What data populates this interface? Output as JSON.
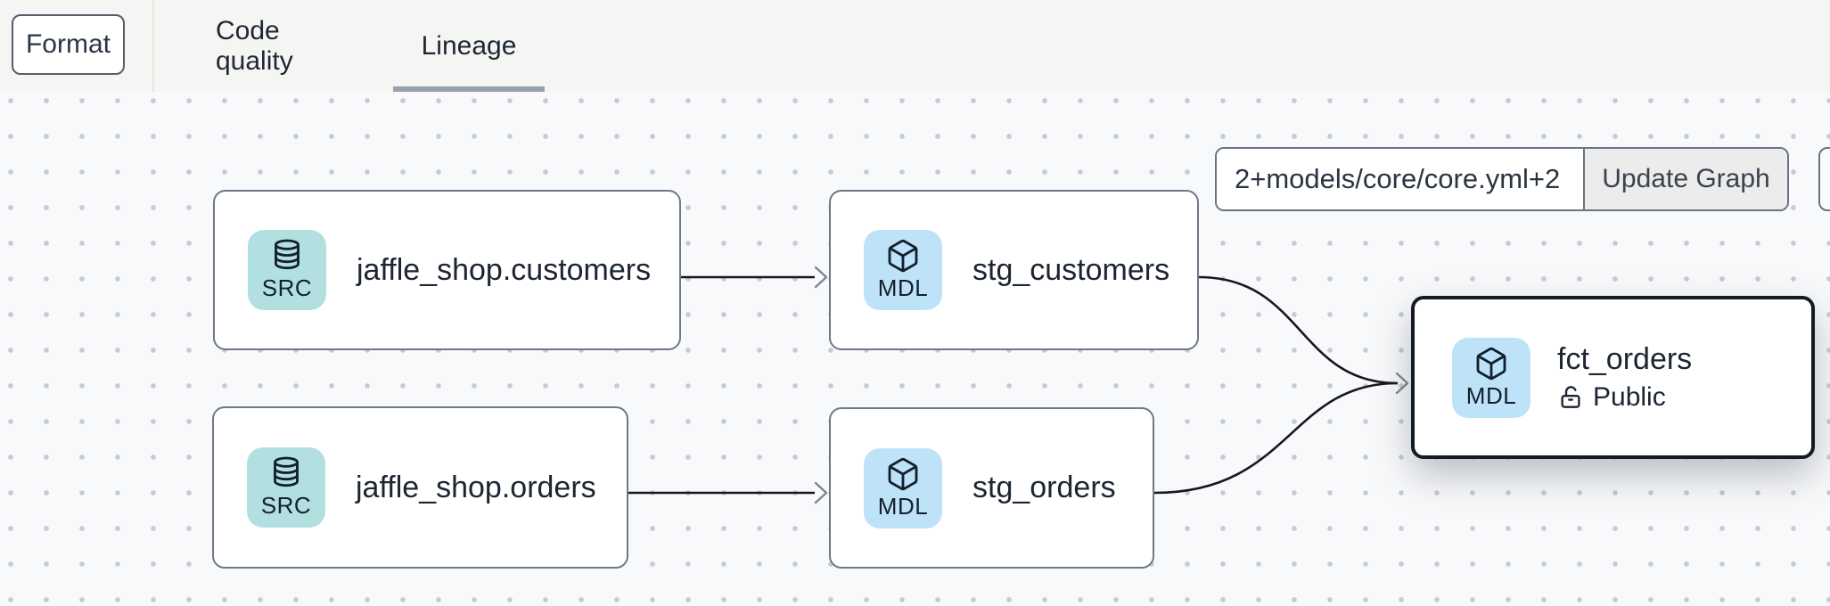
{
  "toolbar": {
    "format_label": "Format",
    "tabs": [
      {
        "label": "Code quality",
        "active": false
      },
      {
        "label": "Lineage",
        "active": true
      }
    ]
  },
  "graph_controls": {
    "selector_value": "2+models/core/core.yml+2",
    "update_button_label": "Update Graph"
  },
  "nodes": [
    {
      "id": "source.jaffle_shop.customers",
      "badge": "SRC",
      "badge_icon": "database-icon",
      "label": "jaffle_shop.customers",
      "type": "source"
    },
    {
      "id": "model.stg_customers",
      "badge": "MDL",
      "badge_icon": "cube-icon",
      "label": "stg_customers",
      "type": "model"
    },
    {
      "id": "source.jaffle_shop.orders",
      "badge": "SRC",
      "badge_icon": "database-icon",
      "label": "jaffle_shop.orders",
      "type": "source"
    },
    {
      "id": "model.stg_orders",
      "badge": "MDL",
      "badge_icon": "cube-icon",
      "label": "stg_orders",
      "type": "model"
    },
    {
      "id": "model.fct_orders",
      "badge": "MDL",
      "badge_icon": "cube-icon",
      "label": "fct_orders",
      "type": "model",
      "access": "Public",
      "access_icon": "unlock-icon",
      "selected": true
    }
  ],
  "edges": [
    {
      "from": "jaffle_shop.customers",
      "to": "stg_customers"
    },
    {
      "from": "jaffle_shop.orders",
      "to": "stg_orders"
    },
    {
      "from": "stg_customers",
      "to": "fct_orders"
    },
    {
      "from": "stg_orders",
      "to": "fct_orders"
    }
  ],
  "colors": {
    "topbar_bg": "#f5f5f3",
    "canvas_bg": "#f8f9fa",
    "grid_dot": "#c7cad0",
    "node_border": "#6f7886",
    "selected_node_border": "#151b24",
    "source_badge_bg": "#b2e0e1",
    "model_badge_bg": "#bee2f8",
    "edge_stroke": "#16181c",
    "arrowhead": "#7e8694",
    "tab_underline": "#98a1ad",
    "text_dark": "#1c2531"
  }
}
